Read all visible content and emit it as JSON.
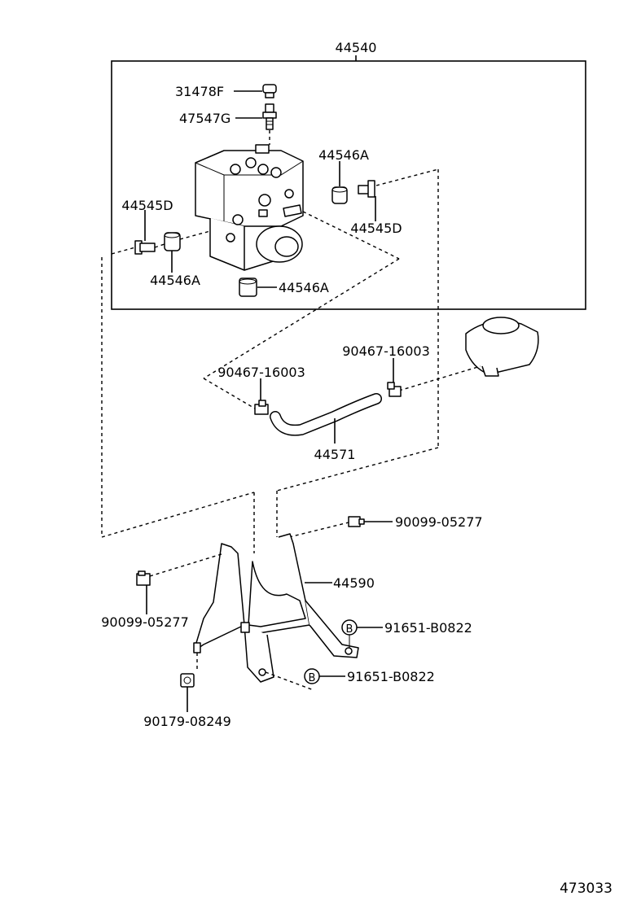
{
  "labels": {
    "assembly": "44540",
    "plug": "31478F",
    "union": "47547G",
    "grommet_top": "44546A",
    "grommet_left": "44546A",
    "grommet_bottom": "44546A",
    "collar_left": "44545D",
    "collar_right": "44545D",
    "clip_left": "90467-16003",
    "clip_right": "90467-16003",
    "hose": "44571",
    "bolt_right": "90099-05277",
    "bolt_left": "90099-05277",
    "bracket": "44590",
    "bolt_b_top": "91651-B0822",
    "bolt_b_bottom": "91651-B0822",
    "nut": "90179-08249",
    "b_marker": "B",
    "figure_number": "473033"
  }
}
